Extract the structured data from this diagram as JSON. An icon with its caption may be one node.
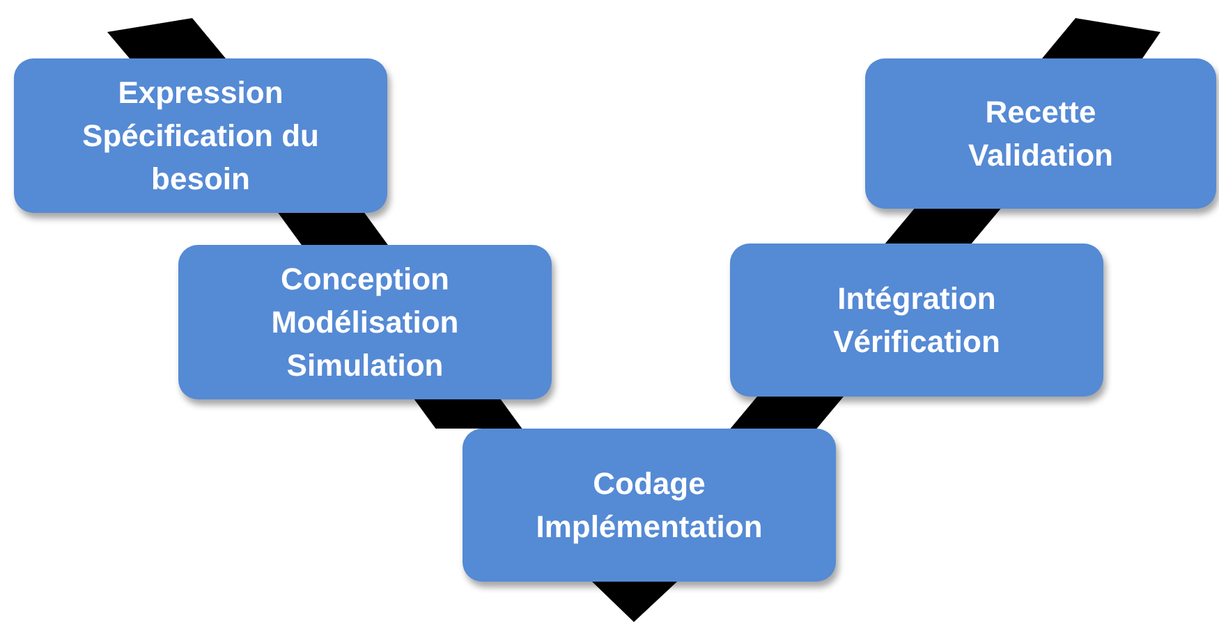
{
  "diagram": {
    "nodes": [
      {
        "text": [
          "Expression",
          "Spécification du besoin"
        ]
      },
      {
        "text": [
          "Conception",
          "Modélisation",
          "Simulation"
        ]
      },
      {
        "text": [
          "Codage",
          "Implémentation"
        ]
      },
      {
        "text": [
          "Intégration",
          "Vérification"
        ]
      },
      {
        "text": [
          "Recette",
          "Validation"
        ]
      }
    ],
    "edges": [
      {
        "from": 0,
        "to": 1,
        "arrow": "none",
        "style": "thick"
      },
      {
        "from": 1,
        "to": 2,
        "arrow": "none",
        "style": "thick"
      },
      {
        "from": 2,
        "to": 3,
        "arrow": "none",
        "style": "thick"
      },
      {
        "from": 3,
        "to": 4,
        "arrow": "none",
        "style": "thick"
      }
    ]
  }
}
